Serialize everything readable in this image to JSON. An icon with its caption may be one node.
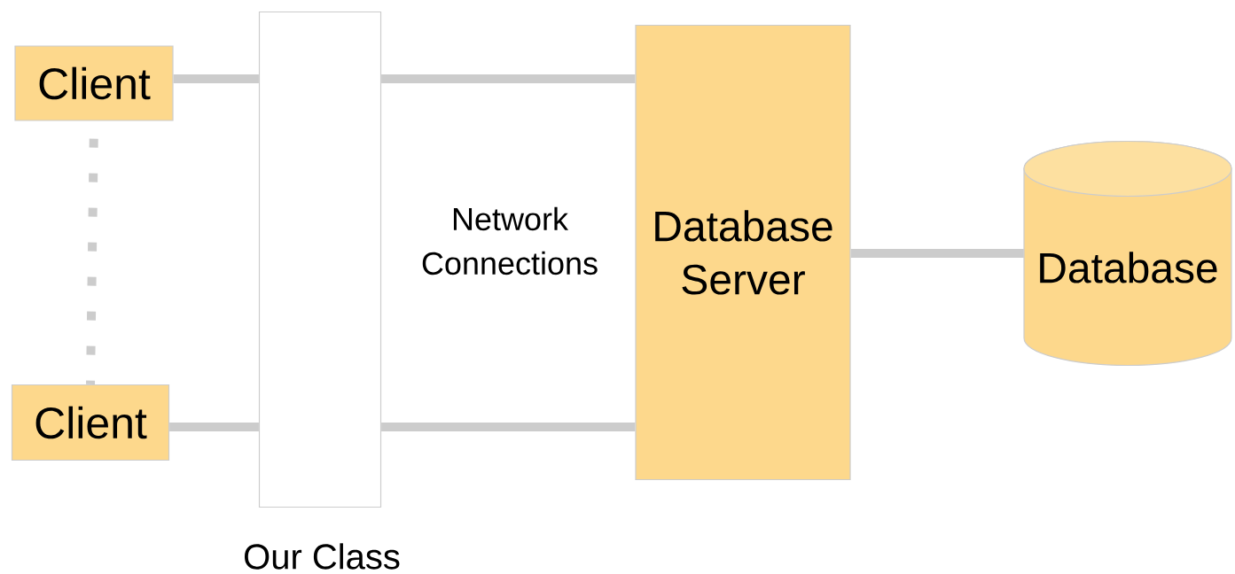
{
  "diagram": {
    "nodes": [
      {
        "text": [
          "Client"
        ]
      },
      {
        "text": [
          "Client"
        ]
      },
      {
        "text": [
          "Our Class"
        ]
      },
      {
        "text": [
          "Database Server"
        ]
      },
      {
        "text": [
          "Database"
        ]
      }
    ],
    "edges": [
      {
        "from": 0,
        "to": 2,
        "arrow": "none"
      },
      {
        "from": 2,
        "to": 3,
        "arrow": "none"
      },
      {
        "from": 1,
        "to": 2,
        "arrow": "none"
      },
      {
        "from": 2,
        "to": 3,
        "arrow": "none"
      },
      {
        "from": 3,
        "to": 4,
        "arrow": "none"
      },
      {
        "from": 0,
        "to": 1,
        "arrow": "none",
        "style": "dashed"
      }
    ],
    "labels": [
      "Network Connections"
    ]
  }
}
